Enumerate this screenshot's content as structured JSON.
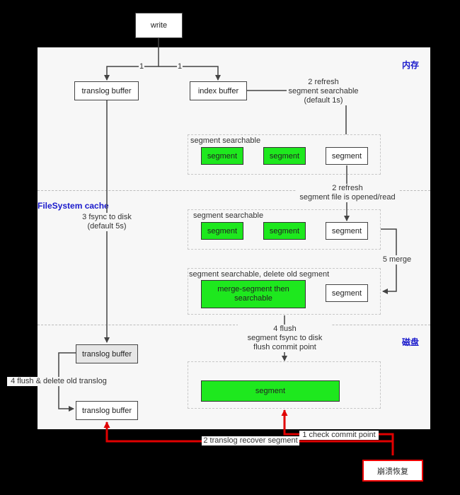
{
  "regions": {
    "memory": "内存",
    "fs_cache": "FileSystem cache",
    "disk": "磁盘"
  },
  "nodes": {
    "write": "write",
    "translog_buffer_mem": "translog buffer",
    "index_buffer": "index buffer",
    "translog_buffer_disk_1": "translog buffer",
    "translog_buffer_disk_2": "translog buffer",
    "crash_recovery": "崩溃恢复"
  },
  "groups": {
    "memory_segments": {
      "title": "segment searchable",
      "items": [
        "segment",
        "segment",
        "segment"
      ]
    },
    "cache_segments": {
      "title": "segment searchable",
      "items": [
        "segment",
        "segment",
        "segment"
      ]
    },
    "merge_group": {
      "title": "segment searchable, delete old segment",
      "merged": "merge-segment then searchable",
      "item": "segment"
    },
    "disk_group": {
      "item": "segment"
    }
  },
  "edge_labels": {
    "write_to_translog": "1",
    "write_to_index": "1",
    "refresh_1": "2 refresh\nsegment searchable\n(default 1s)",
    "refresh_2": "2 refresh\nsegment file is opened/read",
    "fsync": "3 fsync to disk\n(default 5s)",
    "merge": "5 merge",
    "flush": "4 flush\nsegment fsync to disk\nflush commit point",
    "flush_translog": "4 flush & delete old translog",
    "check_commit": "1 check commit point",
    "recover": "2 translog recover segment"
  },
  "colors": {
    "segment_fill": "#1ee81e",
    "region_label": "#1a1acc",
    "recovery_line": "#e00000"
  }
}
